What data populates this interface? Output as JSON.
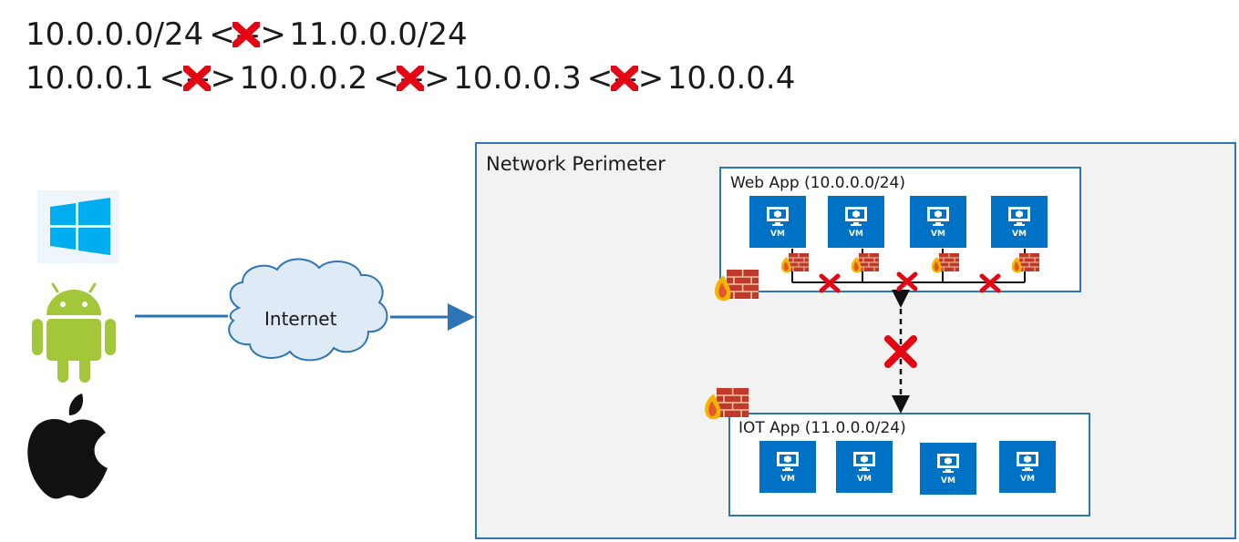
{
  "headline": {
    "line1": [
      "10.0.0.0/24",
      "11.0.0.0/24"
    ],
    "line2": [
      "10.0.0.1",
      "10.0.0.2",
      "10.0.0.3",
      "10.0.0.4"
    ],
    "arrow_text": "<-->"
  },
  "clients": [
    "windows-logo",
    "android-logo",
    "apple-logo"
  ],
  "internet": {
    "label": "Internet"
  },
  "perimeter": {
    "label": "Network Perimeter"
  },
  "web_subnet": {
    "label": "Web App (10.0.0.0/24)",
    "vms": [
      "VM",
      "VM",
      "VM",
      "VM"
    ]
  },
  "iot_subnet": {
    "label": "IOT App (11.0.0.0/24)",
    "vms": [
      "VM",
      "VM",
      "VM",
      "VM"
    ]
  },
  "icons": [
    "firewall-icon",
    "blocked-x-icon",
    "vm-monitor-icon"
  ],
  "colors": {
    "azure_blue": "#0072c6",
    "border_blue": "#2e75b6",
    "blocked_red": "#e30613",
    "android_green": "#a4c639",
    "windows_blue": "#00adef",
    "firewall_brick": "#c0392b"
  }
}
